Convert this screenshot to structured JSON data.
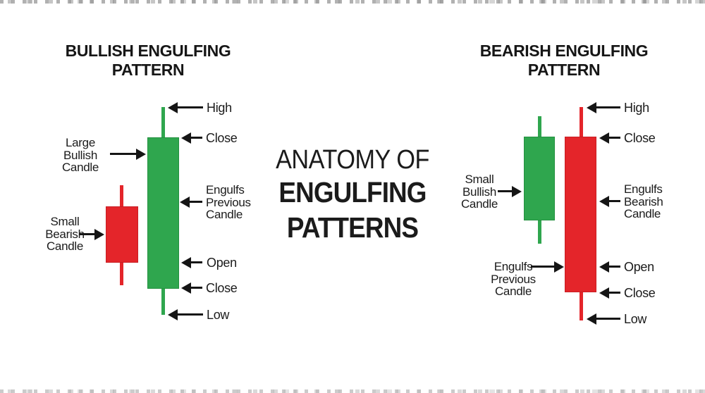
{
  "colors": {
    "bullish_green": "#2fa64e",
    "bearish_red": "#e4252a",
    "ink": "#1b1b1b"
  },
  "center_title": {
    "line1": "ANATOMY OF",
    "line2": "ENGULFING",
    "line3": "PATTERNS"
  },
  "bullish_panel": {
    "title_line1": "BULLISH ENGULFING",
    "title_line2": "PATTERN",
    "left_labels": {
      "large_candle": [
        "Large",
        "Bullish",
        "Candle"
      ],
      "small_candle": [
        "Small",
        "Bearish",
        "Candle"
      ]
    },
    "right_labels": {
      "high": "High",
      "close_top": "Close",
      "engulfs": [
        "Engulfs",
        "Previous",
        "Candle"
      ],
      "open": "Open",
      "close_bottom": "Close",
      "low": "Low"
    }
  },
  "bearish_panel": {
    "title_line1": "BEARISH ENGULFING",
    "title_line2": "PATTERN",
    "left_labels": {
      "small_candle": [
        "Small",
        "Bullish",
        "Candle"
      ],
      "engulfs_previous": [
        "Engulfs",
        "Previous",
        "Candle"
      ]
    },
    "right_labels": {
      "high": "High",
      "close_top": "Close",
      "engulfs": [
        "Engulfs",
        "Bearish",
        "Candle"
      ],
      "open": "Open",
      "close_bottom": "Close",
      "low": "Low"
    }
  }
}
